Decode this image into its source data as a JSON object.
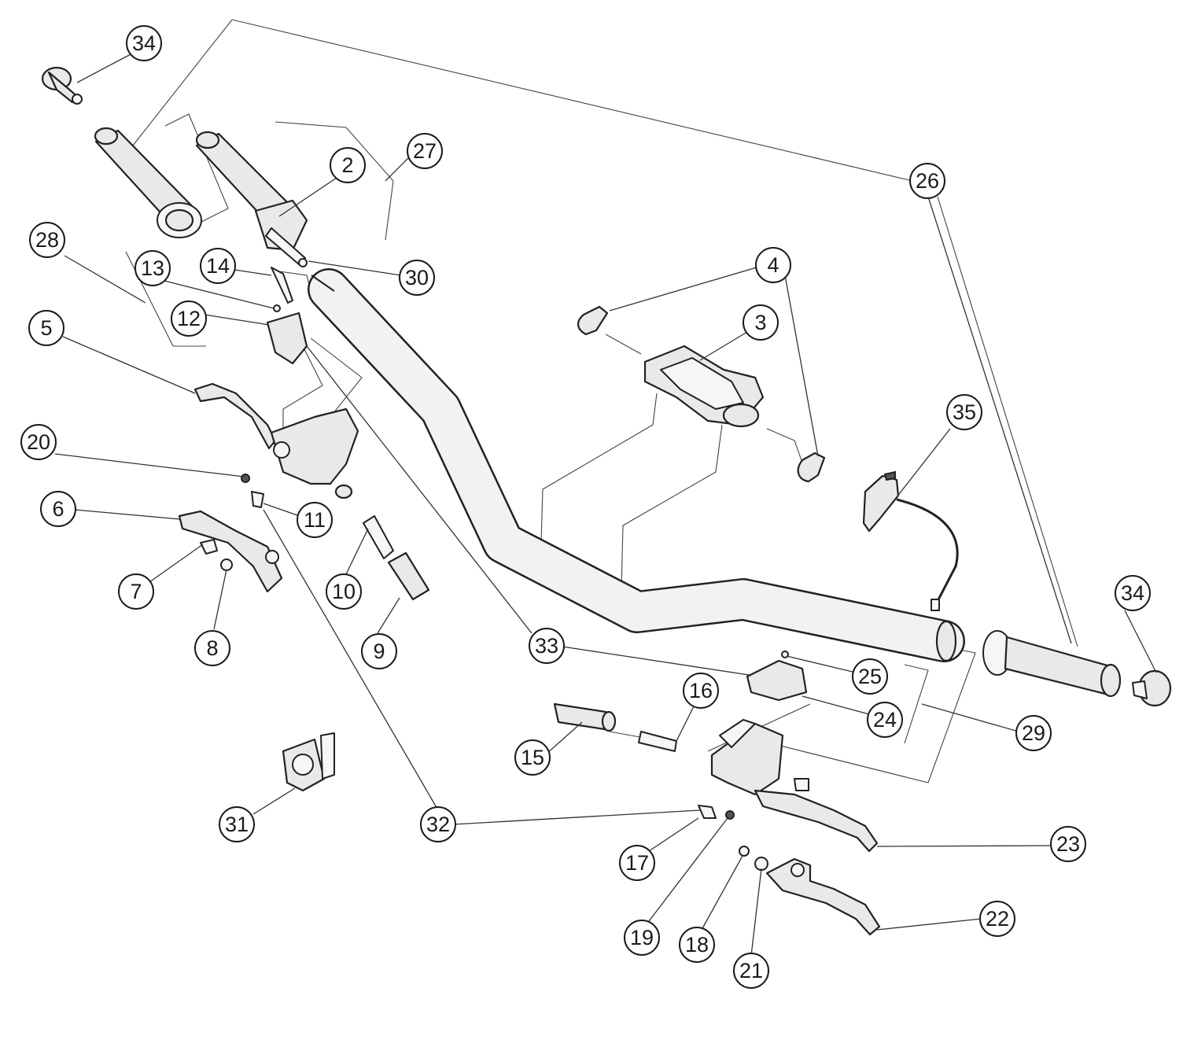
{
  "diagram": {
    "colors": {
      "line": "#1a1a1a",
      "part_fill": "#e9e9e9",
      "background": "#ffffff"
    },
    "callouts": [
      "2",
      "3",
      "4",
      "5",
      "6",
      "7",
      "8",
      "9",
      "10",
      "11",
      "12",
      "13",
      "14",
      "15",
      "16",
      "17",
      "18",
      "19",
      "20",
      "21",
      "22",
      "23",
      "24",
      "25",
      "26",
      "27",
      "28",
      "29",
      "30",
      "31",
      "32",
      "33",
      "34",
      "34",
      "35"
    ]
  }
}
